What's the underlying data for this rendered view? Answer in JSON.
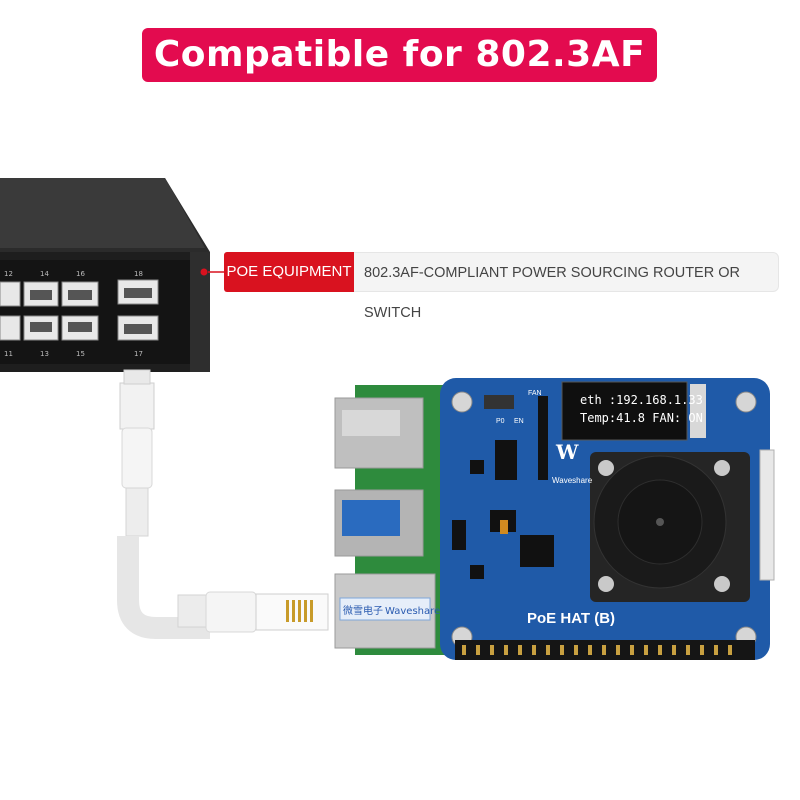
{
  "banner": {
    "title": "Compatible for 802.3AF"
  },
  "callout": {
    "label": "POE EQUIPMENT",
    "description": "802.3AF-COMPLIANT POWER SOURCING ROUTER OR SWITCH"
  },
  "switch": {
    "port_numbers_top": [
      "12",
      "14",
      "16",
      "18"
    ],
    "port_numbers_bottom": [
      "11",
      "13",
      "15",
      "17"
    ]
  },
  "oled": {
    "line1": "eth :192.168.1.33",
    "line2": "Temp:41.8  FAN: ON"
  },
  "board": {
    "name": "PoE HAT (B)",
    "brand": "Waveshare",
    "logo_text": "W",
    "header_labels": [
      "FAN",
      "P0",
      "EN"
    ],
    "label_sticker_left": "微雪电子",
    "label_sticker_right": "Waveshare"
  },
  "colors": {
    "banner": "#e30b4f",
    "callout_label": "#d9121f",
    "hat_board": "#1f5aa8",
    "pi_board": "#2e8b3d"
  }
}
